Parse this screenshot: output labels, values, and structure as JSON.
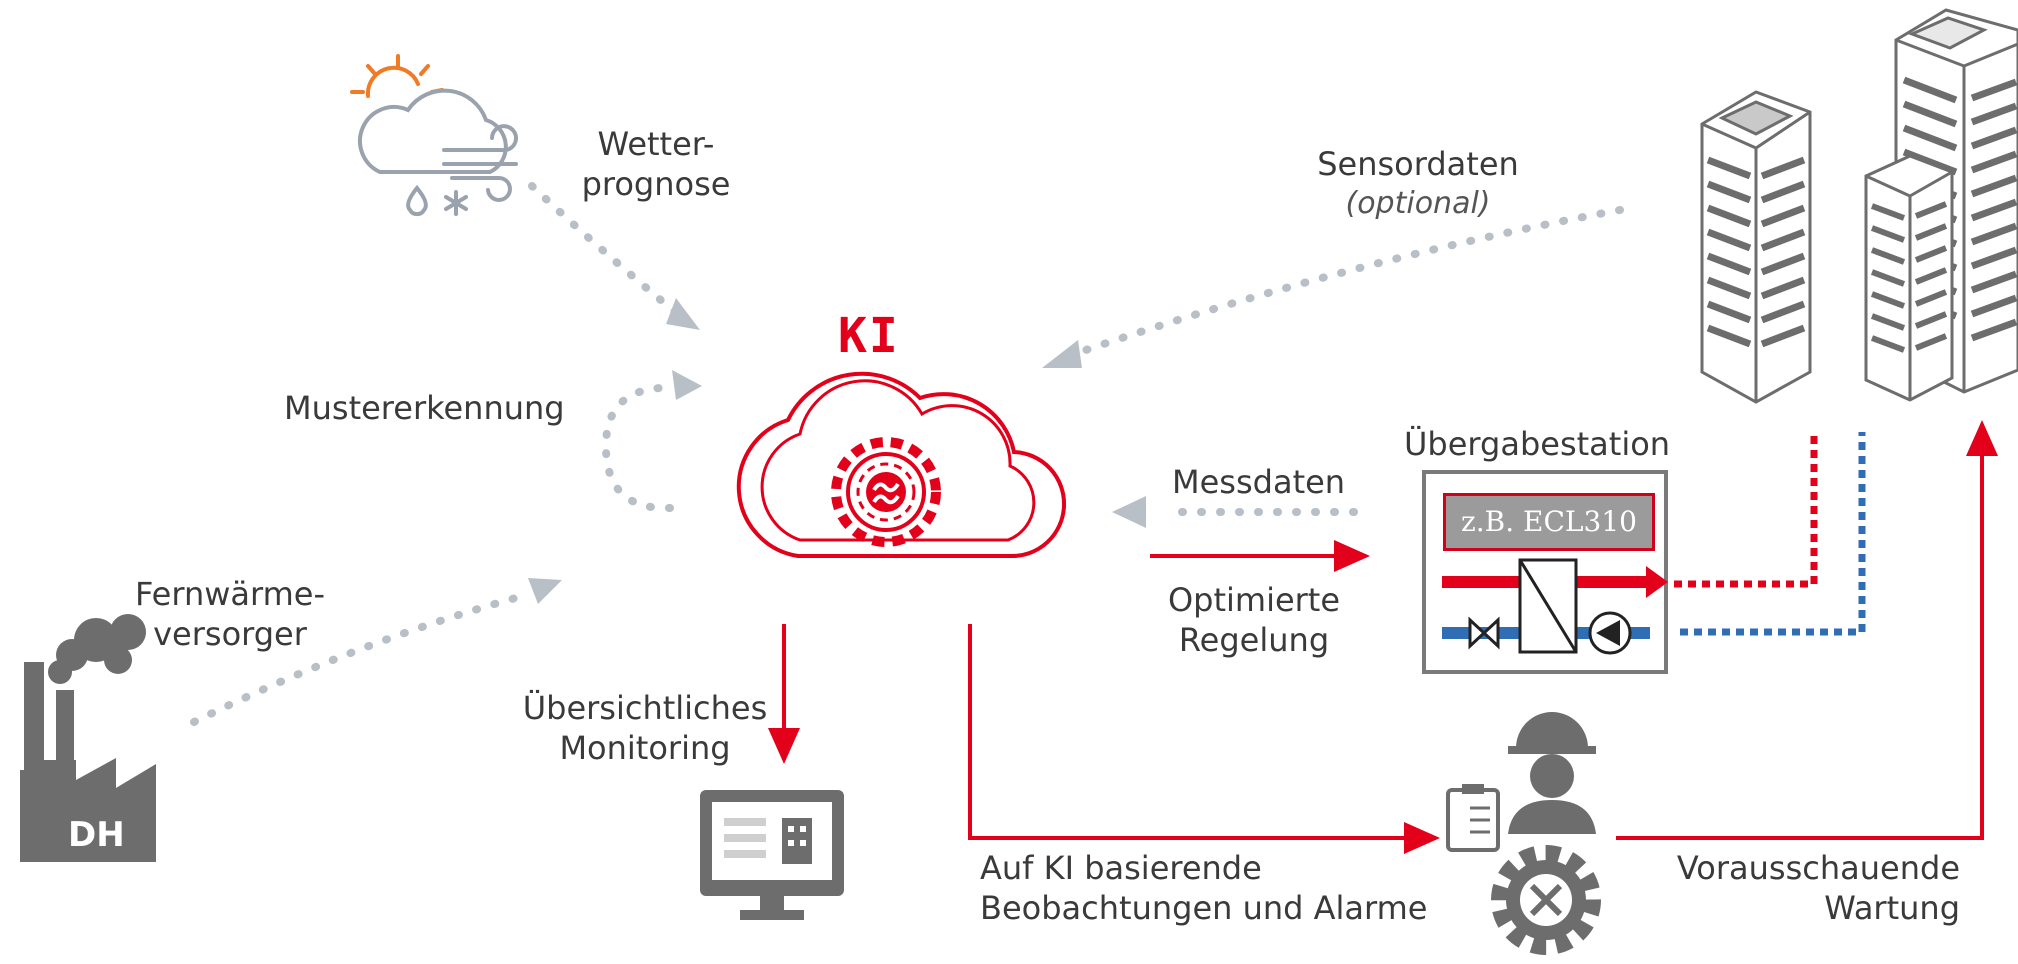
{
  "labels": {
    "weather": [
      "Wetter-",
      "prognose"
    ],
    "sensor": "Sensordaten",
    "sensor_optional": "(optional)",
    "ki": "KI",
    "pattern": "Mustererkennung",
    "messdaten": "Messdaten",
    "station": "Übergabestation",
    "controller": "z.B. ECL310",
    "optimized": [
      "Optimierte",
      "Regelung"
    ],
    "supplier": [
      "Fernwärme-",
      "versorger"
    ],
    "supplier_badge": "DH",
    "monitoring": [
      "Übersichtliches",
      "Monitoring"
    ],
    "alarms": [
      "Auf KI basierende",
      "Beobachtungen und Alarme"
    ],
    "maintenance": [
      "Vorausschauende",
      "Wartung"
    ]
  },
  "colors": {
    "accent_red": "#e2001a",
    "icon_gray": "#6d6d6d",
    "dotted_gray": "#b8bfc7",
    "flow_blue": "#2f6db5",
    "weather_orange": "#f07a26"
  }
}
